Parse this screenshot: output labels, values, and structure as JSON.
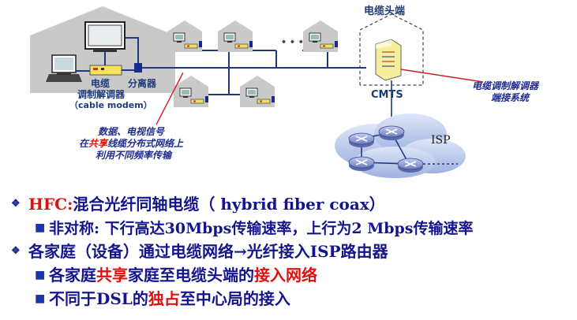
{
  "diagram": {
    "headend_title": "电缆头端",
    "cmts_label": "CMTS",
    "isp_label": "ISP",
    "ellipsis": "• • •",
    "modem_label_line1": "电缆",
    "modem_label_line2": "调制解调器",
    "modem_label_line3": "（cable modem）",
    "splitter_label": "分离器",
    "cmts_callout_line1": "电缆调制解调器",
    "cmts_callout_line2": "端接系统",
    "shared_note_line1": "数据、电视信号",
    "shared_note_line2_pre": "在",
    "shared_note_line2_red": "共享",
    "shared_note_line2_post": "线缆分布式网络上",
    "shared_note_line3": "利用不同频率传输"
  },
  "bullets": {
    "b1_red": "HFC:",
    "b1_rest": "混合光纤同轴电缆（ hybrid fiber coax）",
    "b1_sub": "非对称: 下行高达30Mbps传输速率，上行为2 Mbps传输速率",
    "b2": "各家庭（设备）通过电缆网络→光纤接入ISP路由器",
    "b2_sub1_pre": "各家庭",
    "b2_sub1_red1": "共享",
    "b2_sub1_mid": "家庭至电缆头端的",
    "b2_sub1_red2": "接入网络",
    "b2_sub2_pre": "不同于DSL的",
    "b2_sub2_red": "独占",
    "b2_sub2_post": "至中心局的接入"
  },
  "colors": {
    "house": "#c9c9c9",
    "cable": "#1f3a7a",
    "callout": "#c8202a",
    "cloud": "#b7c4e8",
    "router": "#8090c8",
    "note_text": "#1f2b8f",
    "accent_red": "#e01010",
    "bullet_text": "#14148c"
  }
}
